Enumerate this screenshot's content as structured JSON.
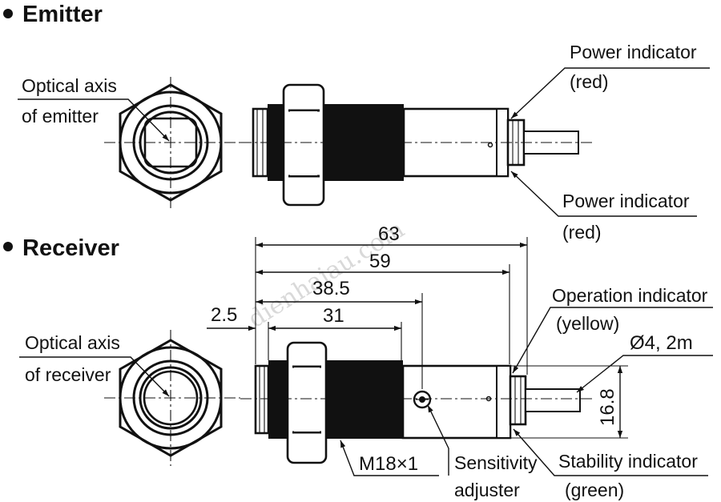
{
  "sections": {
    "emitter": {
      "title": "Emitter"
    },
    "receiver": {
      "title": "Receiver"
    }
  },
  "labels": {
    "optical_axis_emitter_1": "Optical axis",
    "optical_axis_emitter_2": "of emitter",
    "power_indicator_top_1": "Power indicator",
    "power_indicator_top_2": "(red)",
    "power_indicator_bottom_1": "Power indicator",
    "power_indicator_bottom_2": "(red)",
    "optical_axis_receiver_1": "Optical axis",
    "optical_axis_receiver_2": "of receiver",
    "operation_indicator_1": "Operation indicator",
    "operation_indicator_2": "(yellow)",
    "cable_spec": "Ø4, 2m",
    "thread_spec": "M18×1",
    "sensitivity_adjuster_1": "Sensitivity",
    "sensitivity_adjuster_2": "adjuster",
    "stability_indicator_1": "Stability indicator",
    "stability_indicator_2": "(green)"
  },
  "dimensions": {
    "overall_length": "63",
    "body_length": "59",
    "adjuster_position": "38.5",
    "thread_length": "31",
    "front_offset": "2.5",
    "body_diameter": "16.8"
  },
  "watermark": "dienhaiau.com"
}
